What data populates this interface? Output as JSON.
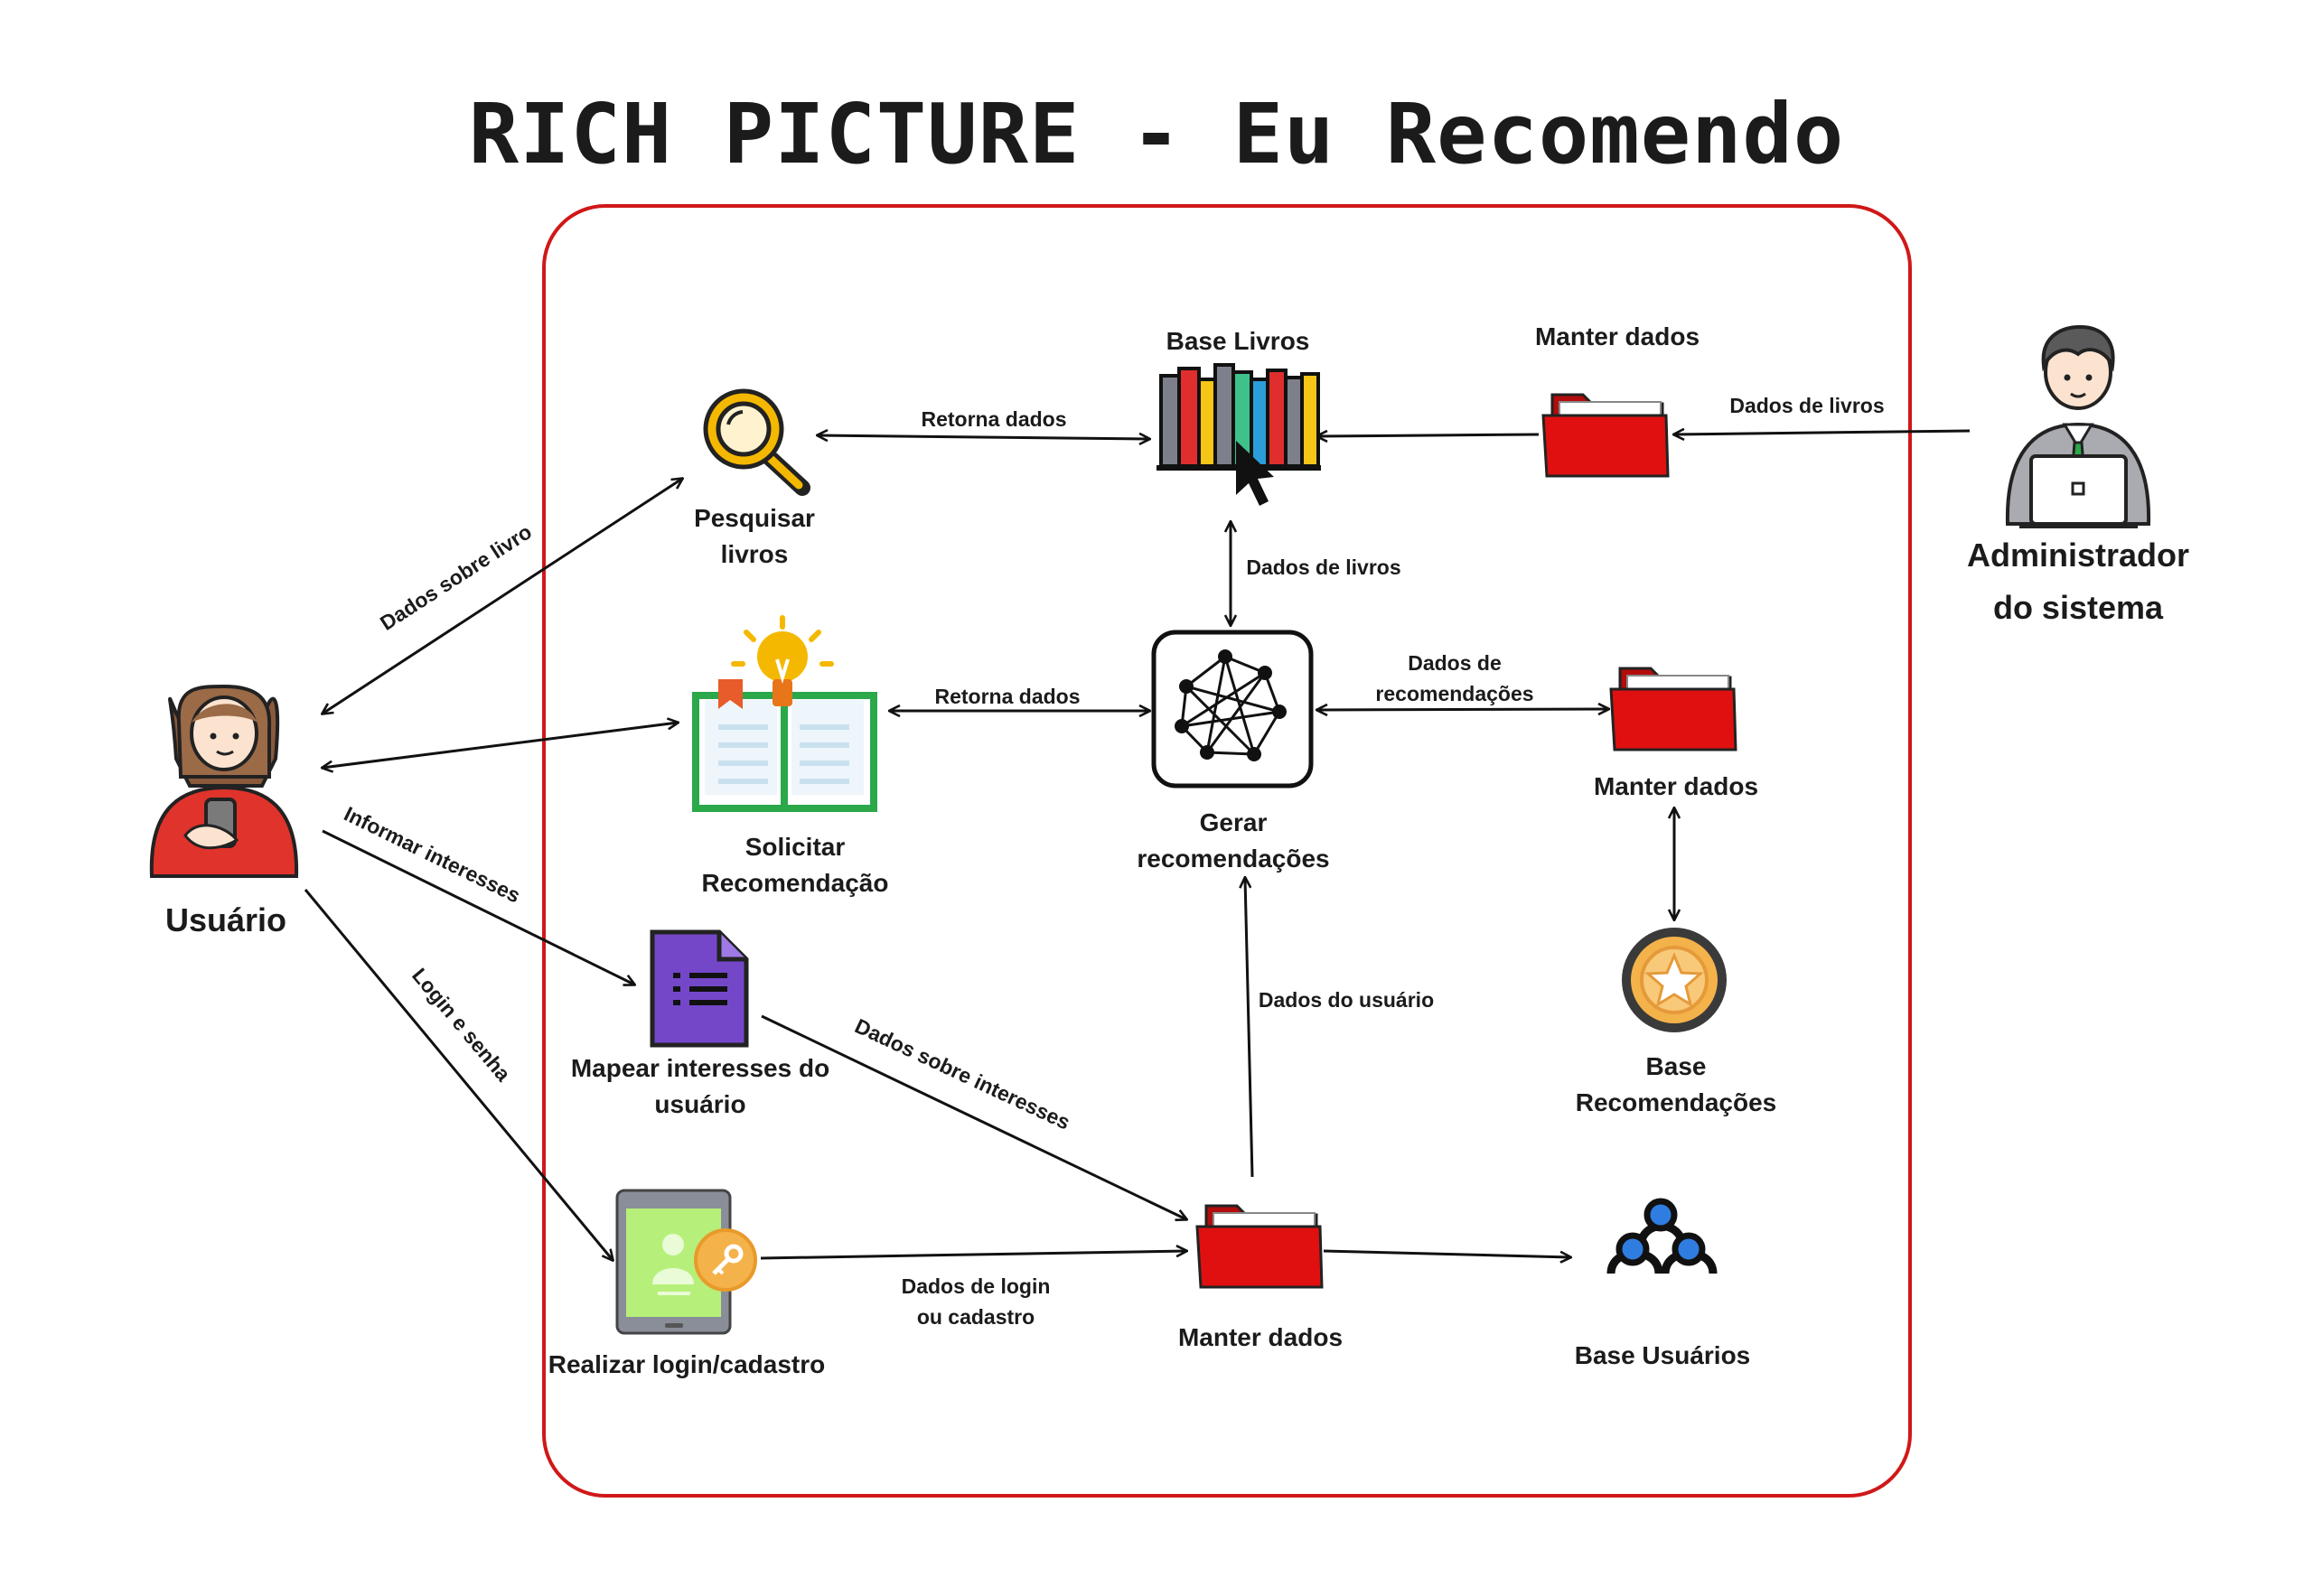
{
  "title": "RICH PICTURE - Eu Recomendo",
  "actors": {
    "user": "Usuário",
    "admin_line1": "Administrador",
    "admin_line2": "do sistema"
  },
  "nodes": {
    "search_l1": "Pesquisar",
    "search_l2": "livros",
    "request_l1": "Solicitar",
    "request_l2": "Recomendação",
    "map_l1": "Mapear interesses do",
    "map_l2": "usuário",
    "login": "Realizar login/cadastro",
    "books_base": "Base Livros",
    "generate_l1": "Gerar",
    "generate_l2": "recomendações",
    "maintain_top": "Manter dados",
    "maintain_mid": "Manter dados",
    "maintain_bottom": "Manter dados",
    "rec_base_l1": "Base",
    "rec_base_l2": "Recomendações",
    "users_base": "Base Usuários"
  },
  "edges": {
    "book_data_user": "Dados sobre livro",
    "returns_search": "Retorna dados",
    "returns_request": "Retorna dados",
    "inform_interests": "Informar interesses",
    "login_password": "Login e senha",
    "interests_data": "Dados sobre interesses",
    "login_data_l1": "Dados de login",
    "login_data_l2": "ou cadastro",
    "user_data": "Dados do usuário",
    "book_data_generate": "Dados de livros",
    "book_data_admin": "Dados de livros",
    "rec_data_l1": "Dados de",
    "rec_data_l2": "recomendações"
  },
  "colors": {
    "frame": "#d01818",
    "folder": "#e01010",
    "search_glass": "#f5b800",
    "document": "#7447c9",
    "tablet_screen": "#b6f07a",
    "medal": "#f4b24a",
    "users_dots": "#2f7de1",
    "user_shirt": "#e0332b",
    "admin_tie": "#2aa84a"
  }
}
